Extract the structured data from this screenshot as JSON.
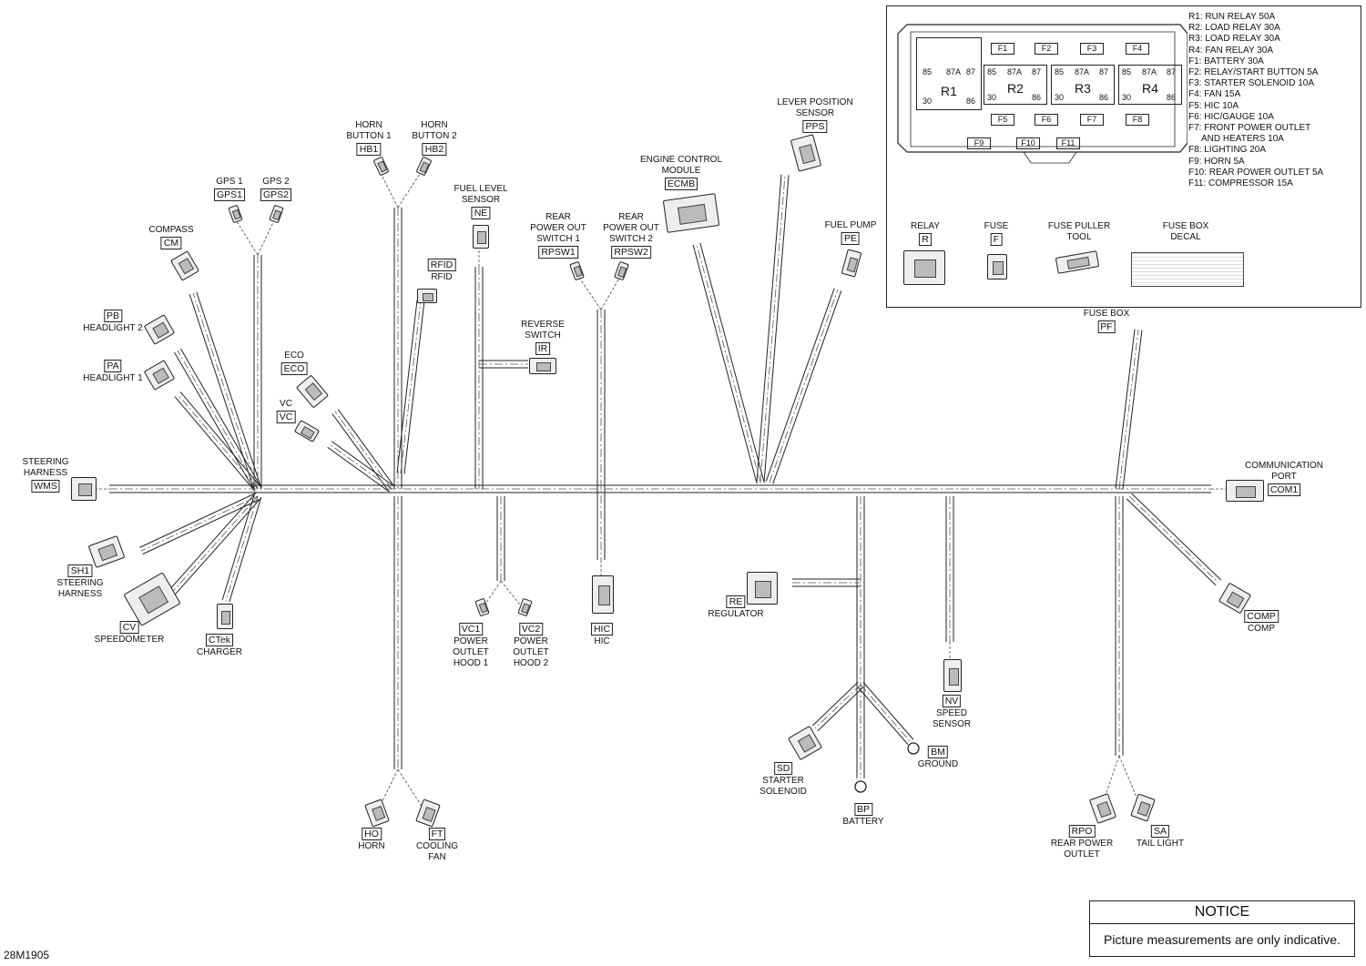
{
  "diagram_ref": "28M1905",
  "notice": {
    "title": "NOTICE",
    "text": "Picture measurements are only indicative."
  },
  "connectors": {
    "hb1": {
      "name": [
        "HORN",
        "BUTTON 1"
      ],
      "code": "HB1"
    },
    "hb2": {
      "name": [
        "HORN",
        "BUTTON 2"
      ],
      "code": "HB2"
    },
    "gps1": {
      "name": [
        "GPS 1"
      ],
      "code": "GPS1"
    },
    "gps2": {
      "name": [
        "GPS 2"
      ],
      "code": "GPS2"
    },
    "cm": {
      "name": [
        "COMPASS"
      ],
      "code": "CM"
    },
    "pb": {
      "name": [
        "HEADLIGHT 2"
      ],
      "code": "PB"
    },
    "pa": {
      "name": [
        "HEADLIGHT 1"
      ],
      "code": "PA"
    },
    "eco": {
      "name": [
        "ECO"
      ],
      "code": "ECO"
    },
    "vc": {
      "name": [
        "VC"
      ],
      "code": "VC"
    },
    "ne": {
      "name": [
        "FUEL LEVEL",
        "SENSOR"
      ],
      "code": "NE"
    },
    "rfid": {
      "name": [
        "RFID"
      ],
      "code": "RFID"
    },
    "rpsw1": {
      "name": [
        "REAR",
        "POWER OUT",
        "SWITCH 1"
      ],
      "code": "RPSW1"
    },
    "rpsw2": {
      "name": [
        "REAR",
        "POWER OUT",
        "SWITCH 2"
      ],
      "code": "RPSW2"
    },
    "ir": {
      "name": [
        "REVERSE",
        "SWITCH"
      ],
      "code": "IR"
    },
    "ecmb": {
      "name": [
        "ENGINE CONTROL",
        "MODULE"
      ],
      "code": "ECMB"
    },
    "pps": {
      "name": [
        "LEVER POSITION",
        "SENSOR"
      ],
      "code": "PPS"
    },
    "pe": {
      "name": [
        "FUEL PUMP"
      ],
      "code": "PE"
    },
    "pf": {
      "name": [
        "FUSE BOX"
      ],
      "code": "PF"
    },
    "wms": {
      "name": [
        "STEERING",
        "HARNESS"
      ],
      "code": "WMS"
    },
    "com1": {
      "name": [
        "COMMUNICATION",
        "PORT"
      ],
      "code": "COM1"
    },
    "sh1": {
      "name": [
        "STEERING",
        "HARNESS"
      ],
      "code": "SH1"
    },
    "cv": {
      "name": [
        "SPEEDOMETER"
      ],
      "code": "CV"
    },
    "ctek": {
      "name": [
        "CHARGER"
      ],
      "code": "CTek"
    },
    "vc1": {
      "name": [
        "POWER",
        "OUTLET",
        "HOOD 1"
      ],
      "code": "VC1"
    },
    "vc2": {
      "name": [
        "POWER",
        "OUTLET",
        "HOOD 2"
      ],
      "code": "VC2"
    },
    "hic": {
      "name": [
        "HIC"
      ],
      "code": "HIC"
    },
    "re": {
      "name": [
        "REGULATOR"
      ],
      "code": "RE"
    },
    "nv": {
      "name": [
        "SPEED",
        "SENSOR"
      ],
      "code": "NV"
    },
    "comp": {
      "name": [
        "COMP"
      ],
      "code": "COMP"
    },
    "sd": {
      "name": [
        "STARTER",
        "SOLENOID"
      ],
      "code": "SD"
    },
    "bm": {
      "name": [
        "GROUND"
      ],
      "code": "BM"
    },
    "bp": {
      "name": [
        "BATTERY"
      ],
      "code": "BP"
    },
    "ho": {
      "name": [
        "HORN"
      ],
      "code": "HO"
    },
    "ft": {
      "name": [
        "COOLING",
        "FAN"
      ],
      "code": "FT"
    },
    "rpo": {
      "name": [
        "REAR POWER",
        "OUTLET"
      ],
      "code": "RPO"
    },
    "sa": {
      "name": [
        "TAIL LIGHT"
      ],
      "code": "SA"
    }
  },
  "fuse_box": {
    "legend": [
      "R1: RUN RELAY 50A",
      "R2: LOAD RELAY 30A",
      "R3: LOAD RELAY 30A",
      "R4: FAN RELAY 30A",
      "F1: BATTERY 30A",
      "F2: RELAY/START BUTTON 5A",
      "F3: STARTER SOLENOID 10A",
      "F4: FAN 15A",
      "F5: HIC 10A",
      "F6: HIC/GAUGE 10A",
      "F7: FRONT POWER OUTLET",
      "  AND HEATERS 10A",
      "F8: LIGHTING 20A",
      "F9: HORN 5A",
      "F10: REAR POWER OUTLET 5A",
      "F11: COMPRESSOR 15A"
    ],
    "relays": [
      {
        "name": "R1",
        "p85": "85",
        "p87a": "87A",
        "p87": "87",
        "p30": "30",
        "p86": "86"
      },
      {
        "name": "R2",
        "p85": "85",
        "p87a": "87A",
        "p87": "87",
        "p30": "30",
        "p86": "86"
      },
      {
        "name": "R3",
        "p85": "85",
        "p87a": "87A",
        "p87": "87",
        "p30": "30",
        "p86": "86"
      },
      {
        "name": "R4",
        "p85": "85",
        "p87a": "87A",
        "p87": "87",
        "p30": "30",
        "p86": "86"
      }
    ],
    "fuses": [
      "F1",
      "F2",
      "F3",
      "F4",
      "F5",
      "F6",
      "F7",
      "F8",
      "F9",
      "F10",
      "F11"
    ],
    "parts": [
      {
        "name": [
          "RELAY"
        ],
        "code": "R"
      },
      {
        "name": [
          "FUSE"
        ],
        "code": "F"
      },
      {
        "name": [
          "FUSE PULLER",
          "TOOL"
        ],
        "code": ""
      },
      {
        "name": [
          "FUSE BOX",
          "DECAL"
        ],
        "code": ""
      }
    ]
  }
}
